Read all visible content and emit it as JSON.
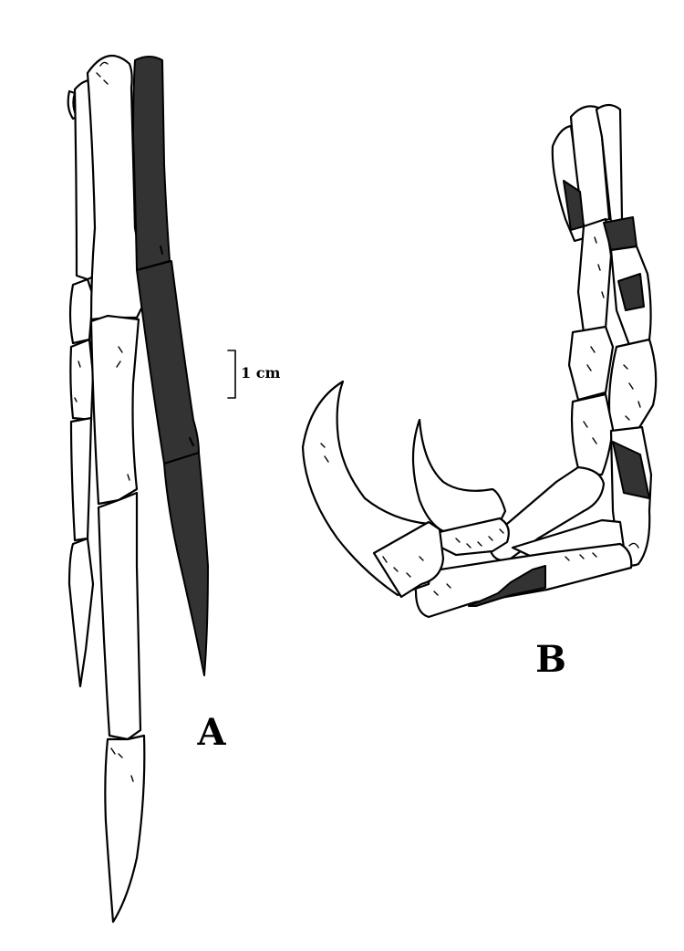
{
  "panels": [
    {
      "id": "A",
      "label": "A"
    },
    {
      "id": "B",
      "label": "B"
    }
  ],
  "scale_bar": {
    "label": "1 cm"
  },
  "colors": {
    "bone_fill": "#ffffff",
    "dark_fill": "#333333",
    "outline": "#000000"
  }
}
